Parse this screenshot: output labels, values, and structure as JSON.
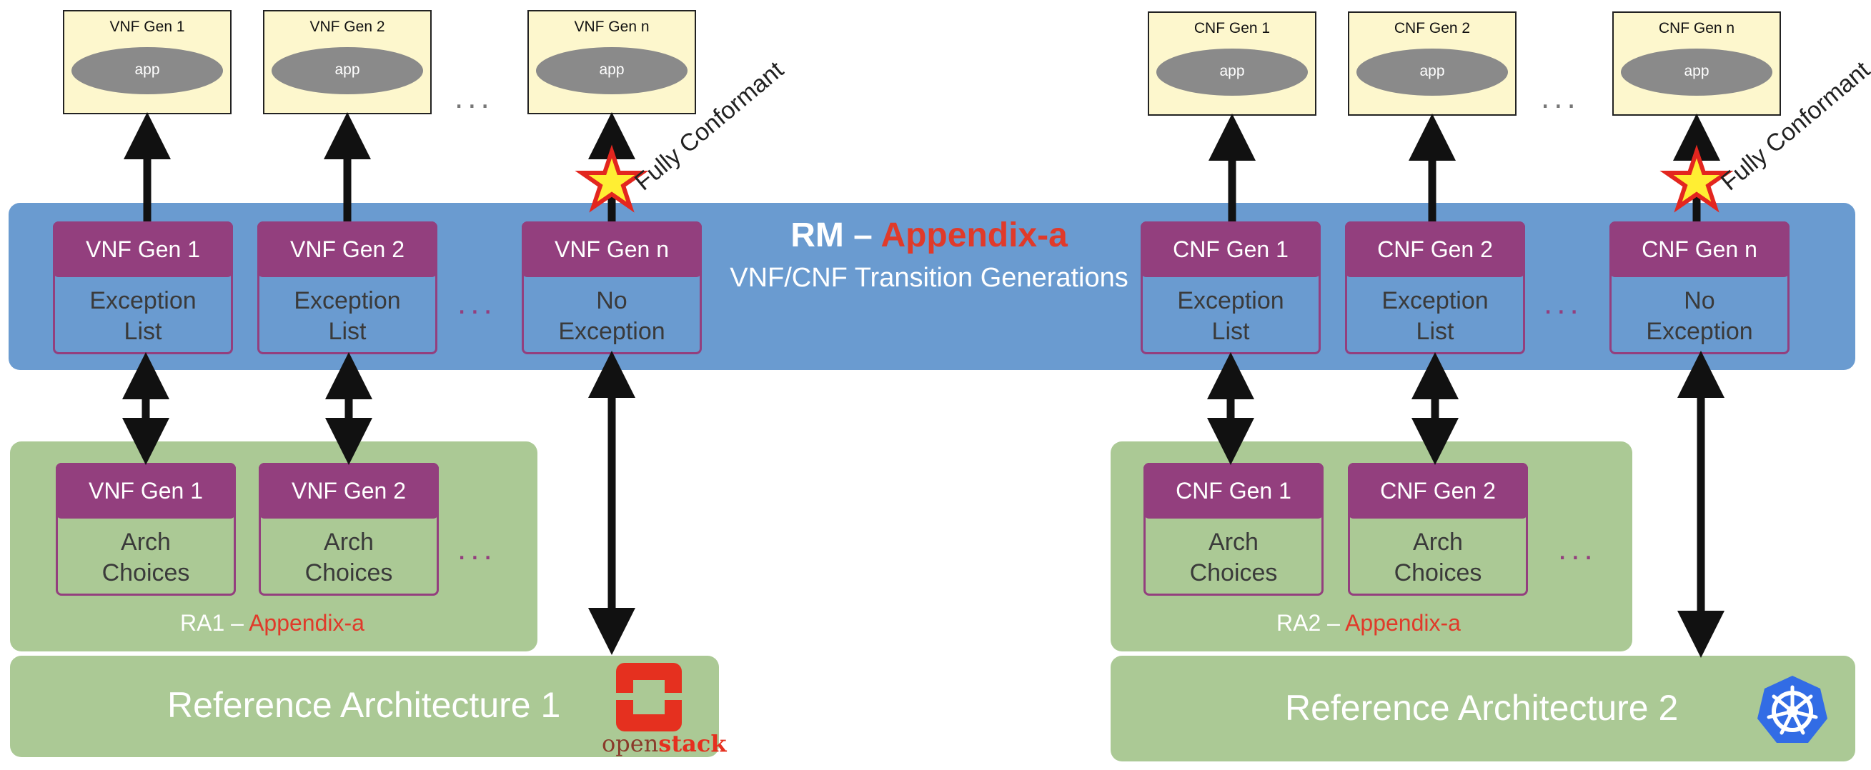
{
  "top_apps": {
    "vnf": [
      {
        "title": "VNF Gen 1",
        "app": "app"
      },
      {
        "title": "VNF Gen 2",
        "app": "app"
      },
      {
        "title": "VNF Gen n",
        "app": "app"
      }
    ],
    "cnf": [
      {
        "title": "CNF Gen 1",
        "app": "app"
      },
      {
        "title": "CNF Gen 2",
        "app": "app"
      },
      {
        "title": "CNF Gen n",
        "app": "app"
      }
    ]
  },
  "ellipsis": "...",
  "rm": {
    "title_prefix": "RM –",
    "title_red": "Appendix-a",
    "subtitle": "VNF/CNF Transition Generations",
    "vnf_cards": [
      {
        "header": "VNF Gen 1",
        "body_l1": "Exception",
        "body_l2": "List"
      },
      {
        "header": "VNF Gen 2",
        "body_l1": "Exception",
        "body_l2": "List"
      },
      {
        "header": "VNF Gen n",
        "body_l1": "No",
        "body_l2": "Exception"
      }
    ],
    "cnf_cards": [
      {
        "header": "CNF Gen 1",
        "body_l1": "Exception",
        "body_l2": "List"
      },
      {
        "header": "CNF Gen 2",
        "body_l1": "Exception",
        "body_l2": "List"
      },
      {
        "header": "CNF Gen n",
        "body_l1": "No",
        "body_l2": "Exception"
      }
    ]
  },
  "fully_conformant": "Fully Conformant",
  "ra1": {
    "cards": [
      {
        "header": "VNF Gen 1",
        "body_l1": "Arch",
        "body_l2": "Choices"
      },
      {
        "header": "VNF Gen 2",
        "body_l1": "Arch",
        "body_l2": "Choices"
      }
    ],
    "label_prefix": "RA1 –",
    "label_red": "Appendix-a",
    "reference": "Reference Architecture 1",
    "logo_text_a": "open",
    "logo_text_b": "stack"
  },
  "ra2": {
    "cards": [
      {
        "header": "CNF Gen 1",
        "body_l1": "Arch",
        "body_l2": "Choices"
      },
      {
        "header": "CNF Gen 2",
        "body_l1": "Arch",
        "body_l2": "Choices"
      }
    ],
    "label_prefix": "RA2 –",
    "label_red": "Appendix-a",
    "reference": "Reference Architecture 2"
  },
  "colors": {
    "rm_blue": "#6a9bd0",
    "ra_green": "#abc995",
    "gen_purple": "#933f7e",
    "app_yellow": "#fdf7cd",
    "accent_red": "#e03a2a"
  },
  "icons": [
    "openstack-logo",
    "kubernetes-logo",
    "conformance-star-icon"
  ]
}
